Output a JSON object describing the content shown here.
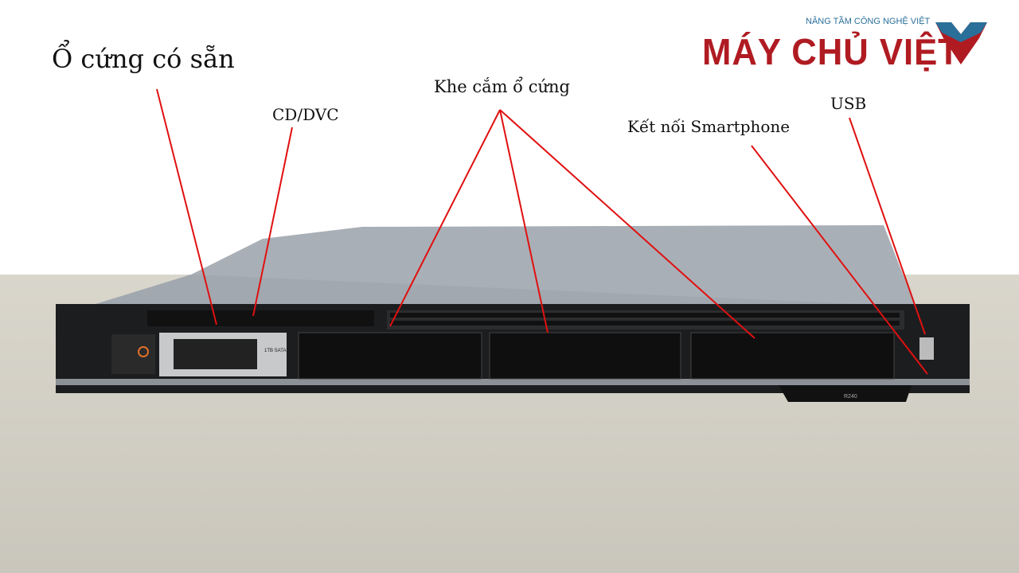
{
  "labels": {
    "existing_drive": "Ổ cứng có sẵn",
    "cd_dvd": "CD/DVC",
    "drive_slots": "Khe cắm ổ cứng",
    "smartphone": "Kết nối Smartphone",
    "usb": "USB"
  },
  "logo": {
    "tagline": "NÂNG TẦM CÔNG NGHỆ VIỆT",
    "name": "MÁY CHỦ VIỆT"
  },
  "server": {
    "drive_label": "1TB SATA",
    "model": "R240"
  },
  "colors": {
    "annotation": "#e01010",
    "brand": "#b01b22",
    "brand_blue": "#2a6f9a"
  }
}
